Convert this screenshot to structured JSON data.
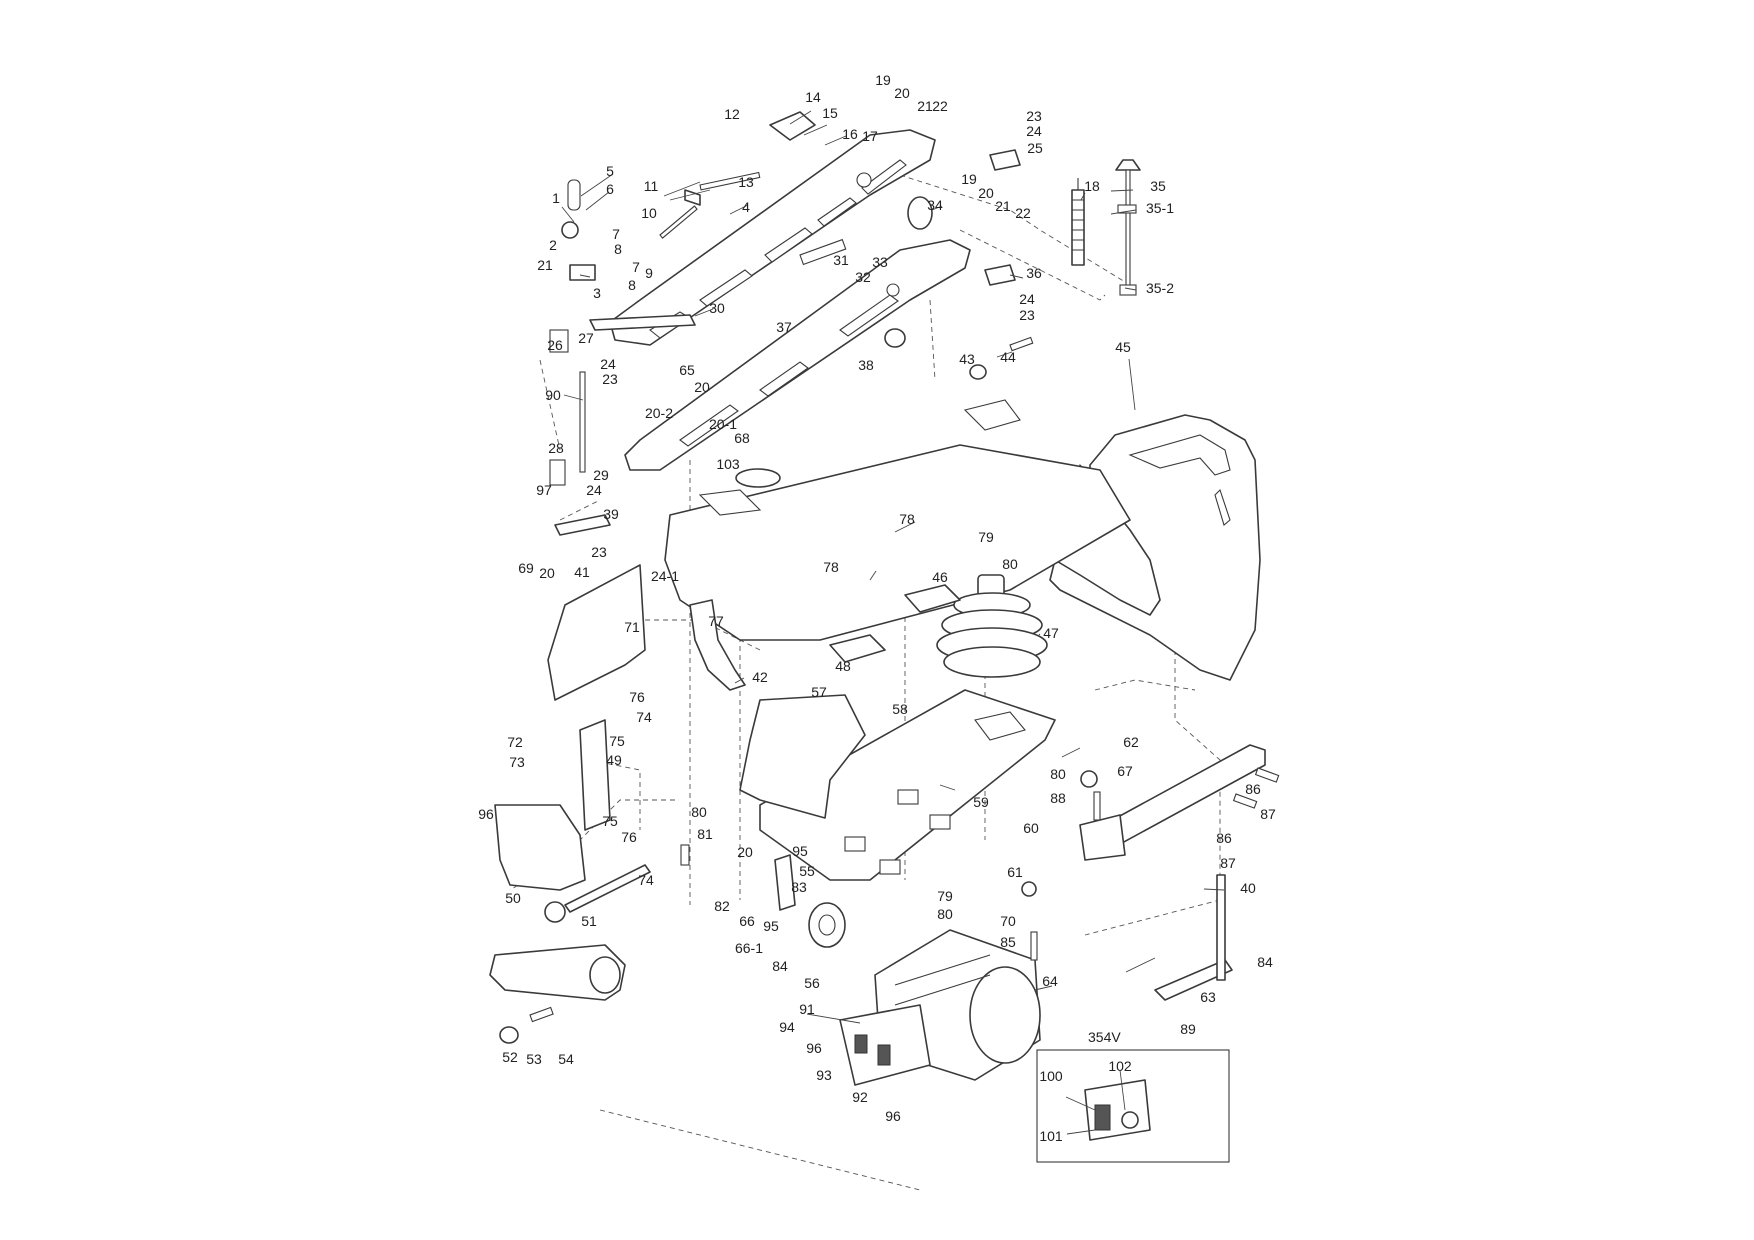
{
  "colors": {
    "line": "#3a3a3a",
    "text": "#222222",
    "background": "#ffffff"
  },
  "inset": {
    "title": "354V"
  },
  "labels": [
    "1",
    "2",
    "3",
    "4",
    "5",
    "6",
    "7",
    "7",
    "8",
    "8",
    "9",
    "10",
    "11",
    "12",
    "13",
    "14",
    "15",
    "16",
    "17",
    "18",
    "19",
    "20",
    "21",
    "22",
    "19",
    "20",
    "21",
    "22",
    "23",
    "24",
    "25",
    "21",
    "23",
    "24",
    "26",
    "27",
    "24",
    "23",
    "28",
    "29",
    "24",
    "97",
    "39",
    "23",
    "30",
    "31",
    "32",
    "33",
    "34",
    "35",
    "35-1",
    "35-2",
    "36",
    "37",
    "38",
    "43",
    "44",
    "45",
    "65",
    "20",
    "20-2",
    "20-1",
    "68",
    "90",
    "103",
    "78",
    "78",
    "79",
    "80",
    "46",
    "47",
    "48",
    "69",
    "20",
    "41",
    "24-1",
    "71",
    "77",
    "42",
    "76",
    "74",
    "72",
    "73",
    "75",
    "49",
    "96",
    "75",
    "76",
    "80",
    "81",
    "74",
    "50",
    "51",
    "52",
    "53",
    "54",
    "57",
    "58",
    "59",
    "62",
    "67",
    "80",
    "88",
    "86",
    "87",
    "86",
    "87",
    "60",
    "61",
    "40",
    "20",
    "95",
    "55",
    "82",
    "66",
    "95",
    "83",
    "66-1",
    "84",
    "56",
    "79",
    "80",
    "70",
    "85",
    "64",
    "84",
    "63",
    "89",
    "91",
    "94",
    "96",
    "93",
    "92",
    "96",
    "100",
    "102",
    "101"
  ]
}
